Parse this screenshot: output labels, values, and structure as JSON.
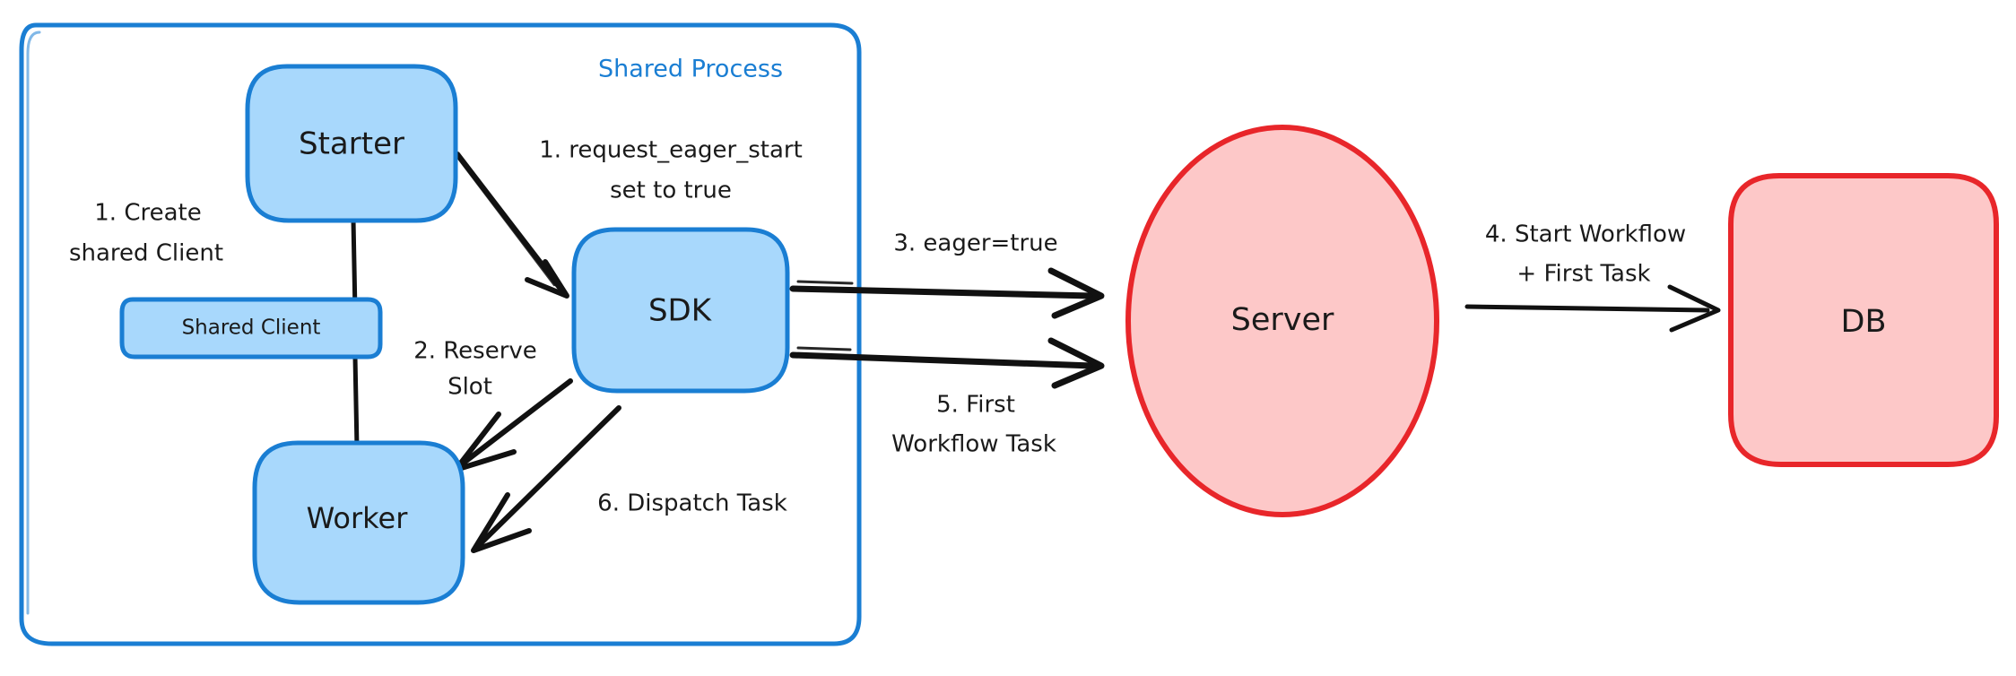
{
  "diagram": {
    "title_visible": false,
    "background": "#ffffff",
    "colors": {
      "blue_fill": "#a8d8fc",
      "blue_stroke": "#1a7ed3",
      "red_fill": "#fdc8c8",
      "red_stroke": "#e8262a",
      "text": "#1a1a1a",
      "arrow": "#111111"
    },
    "groups": [
      {
        "id": "shared-process",
        "label": "Shared Process",
        "shape": "rounded-rect",
        "stroke": "#1a7ed3",
        "fill": "none"
      }
    ],
    "nodes": [
      {
        "id": "starter",
        "label": "Starter",
        "shape": "rounded-rect",
        "fill": "#a8d8fc",
        "stroke": "#1a7ed3"
      },
      {
        "id": "shared-client",
        "label": "Shared Client",
        "shape": "rounded-rect",
        "fill": "#a8d8fc",
        "stroke": "#1a7ed3"
      },
      {
        "id": "worker",
        "label": "Worker",
        "shape": "rounded-rect",
        "fill": "#a8d8fc",
        "stroke": "#1a7ed3"
      },
      {
        "id": "sdk",
        "label": "SDK",
        "shape": "rounded-rect",
        "fill": "#a8d8fc",
        "stroke": "#1a7ed3"
      },
      {
        "id": "server",
        "label": "Server",
        "shape": "ellipse",
        "fill": "#fdc8c8",
        "stroke": "#e8262a"
      },
      {
        "id": "db",
        "label": "DB",
        "shape": "rounded-rect",
        "fill": "#fdc8c8",
        "stroke": "#e8262a"
      }
    ],
    "edges": [
      {
        "id": "e1",
        "from": "starter",
        "to": "sdk",
        "label_line1": "1. request_eager_start",
        "label_line2": "set to true",
        "arrow": true
      },
      {
        "id": "e0",
        "from": "starter",
        "to": "shared-client",
        "label_line1": "1. Create",
        "label_line2": "shared Client",
        "arrow": false
      },
      {
        "id": "e2",
        "from": "shared-client",
        "to": "worker",
        "label_line1": "",
        "label_line2": "",
        "arrow": false
      },
      {
        "id": "e3",
        "from": "sdk",
        "to": "worker",
        "label_line1": "2. Reserve",
        "label_line2": "Slot",
        "arrow": true
      },
      {
        "id": "e4",
        "from": "sdk",
        "to": "server",
        "label_line1": "3. eager=true",
        "label_line2": "",
        "arrow": true
      },
      {
        "id": "e5",
        "from": "server",
        "to": "db",
        "label_line1": "4. Start Workflow",
        "label_line2": "+ First Task",
        "arrow": true
      },
      {
        "id": "e6",
        "from": "server",
        "to": "sdk",
        "label_line1": "5. First",
        "label_line2": "Workflow Task",
        "arrow": true
      },
      {
        "id": "e7",
        "from": "sdk",
        "to": "worker",
        "label_line1": "6. Dispatch Task",
        "label_line2": "",
        "arrow": true
      }
    ]
  }
}
